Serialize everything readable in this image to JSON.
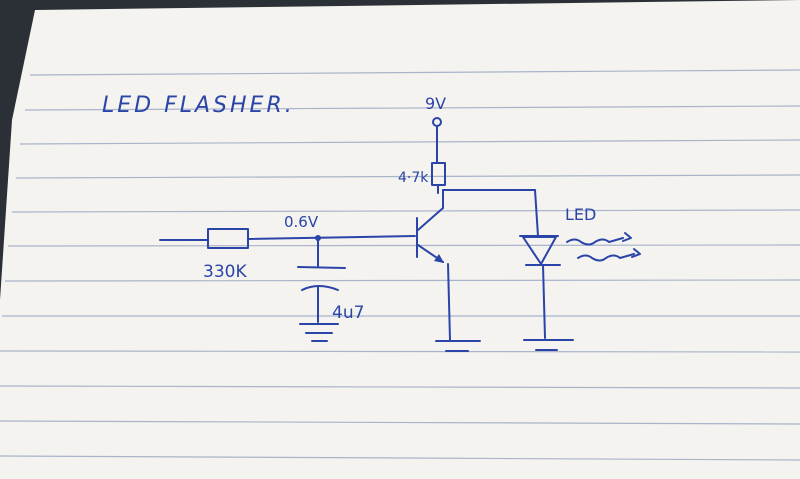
{
  "title": "LED FLASHER.",
  "labels": {
    "supply": "9V",
    "collector_resistor": "4·7k",
    "base_resistor": "330K",
    "base_node_voltage": "0.6V",
    "capacitor": "4u7",
    "led": "LED"
  },
  "colors": {
    "ink": "#2a44a8",
    "paper": "#f4f3ef",
    "rule_line": "#a9b3c9",
    "margin_line": "#e3b3b3"
  }
}
